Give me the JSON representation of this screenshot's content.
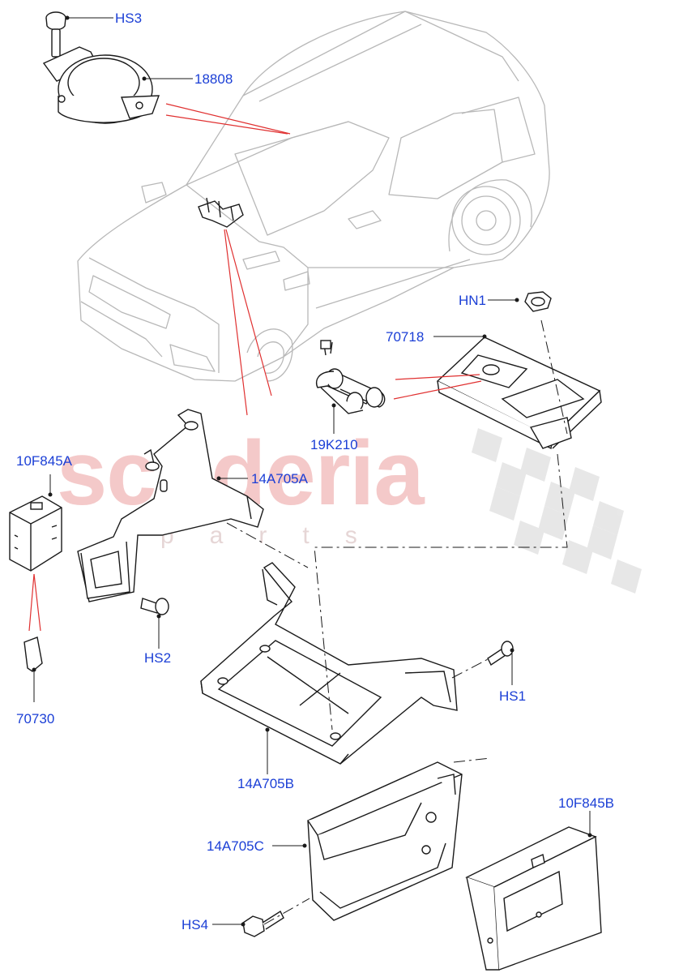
{
  "watermark": {
    "brand": "scuderia",
    "sub": "parts"
  },
  "callouts": {
    "hs3": "HS3",
    "p18808": "18808",
    "hn1": "HN1",
    "p70718": "70718",
    "p19k210": "19K210",
    "p10f845a": "10F845A",
    "p14a705a": "14A705A",
    "hs2": "HS2",
    "p70730": "70730",
    "hs1": "HS1",
    "p14a705b": "14A705B",
    "p10f845b": "10F845B",
    "p14a705c": "14A705C",
    "hs4": "HS4"
  },
  "colors": {
    "line": "#1a1a1a",
    "car_outline": "#b8b8b8",
    "leader_red": "#e03030",
    "label_blue": "#1b3fd6",
    "watermark_red": "#f4c9c9"
  }
}
